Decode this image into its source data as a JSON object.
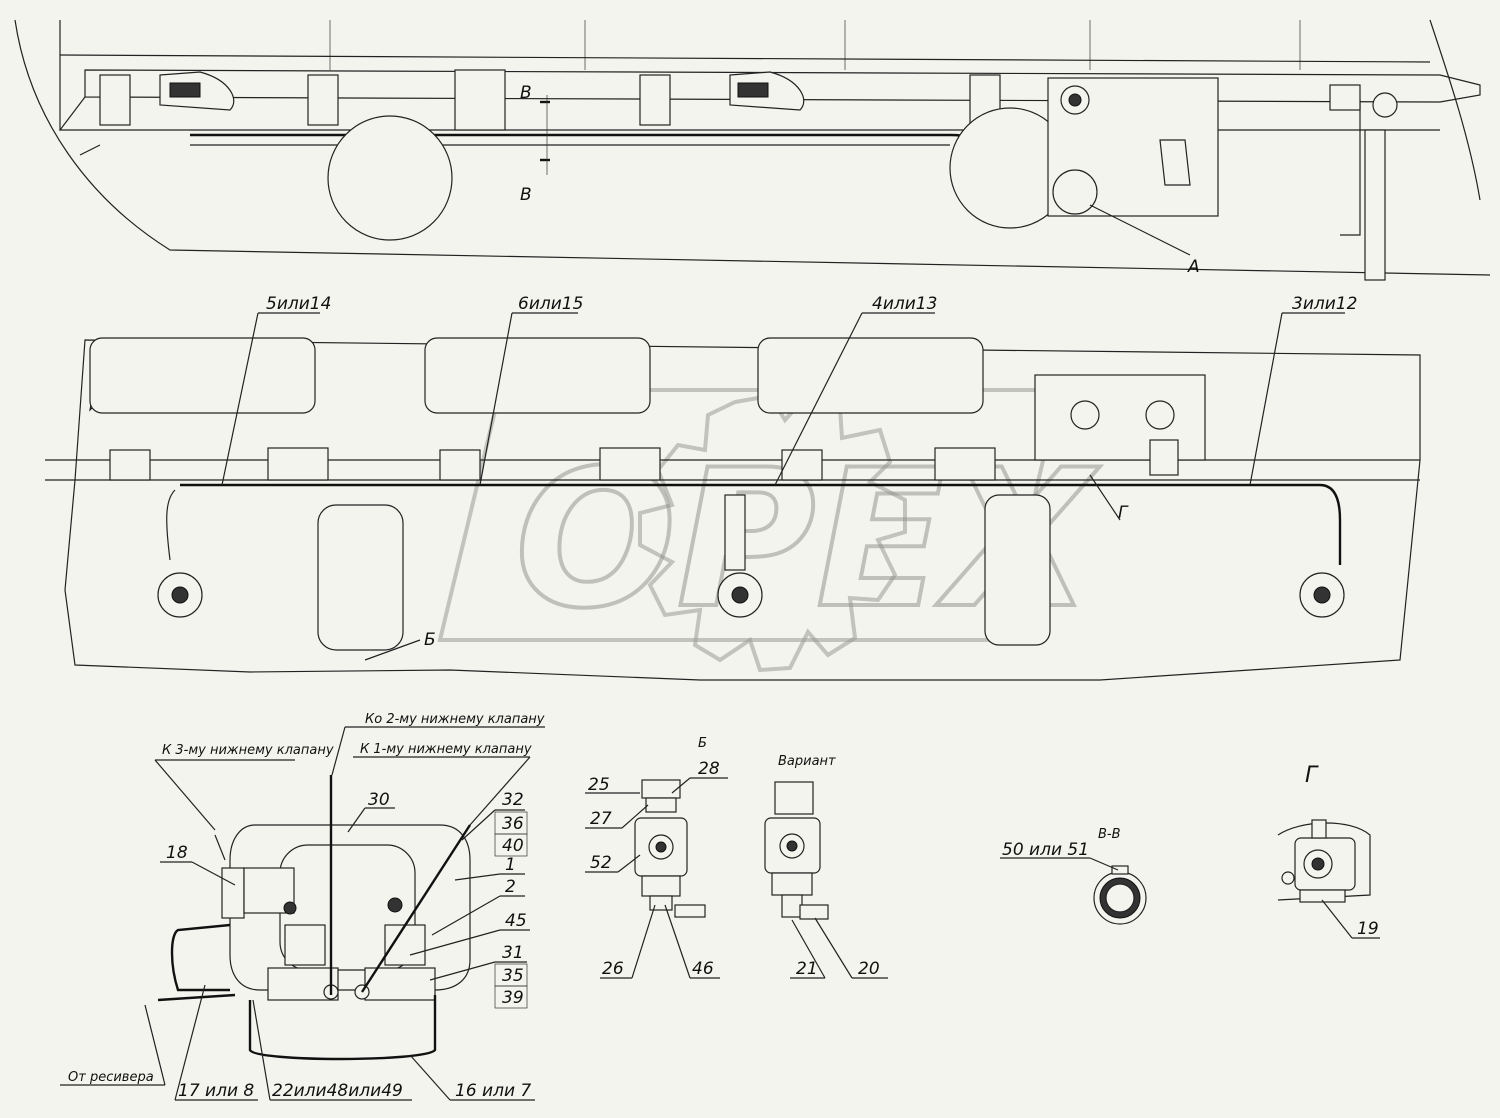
{
  "views": {
    "side": {
      "section_marker": "В",
      "detail_a": "А"
    },
    "top": {
      "callouts": [
        "5или14",
        "6или15",
        "4или13",
        "3или12"
      ],
      "detail_b": "Б",
      "detail_g": "Г"
    },
    "valves": {
      "notes": [
        "К 3-му нижнему клапану",
        "Ко 2-му нижнему клапану",
        "К 1-му нижнему клапану",
        "От ресивера"
      ],
      "positions": [
        "18",
        "30",
        "32",
        "36",
        "40",
        "1",
        "2",
        "45",
        "31",
        "35",
        "39",
        "17 или 8",
        "22или48или49",
        "16 или 7"
      ]
    },
    "detail_b": {
      "title": "Б",
      "positions": [
        "25",
        "28",
        "27",
        "52",
        "26",
        "46"
      ]
    },
    "variant": {
      "title": "Вариант",
      "positions": [
        "21",
        "20"
      ]
    },
    "section_vv": {
      "title": "В-В",
      "label": "50 или 51"
    },
    "detail_g": {
      "title": "Г",
      "position": "19"
    }
  },
  "watermark": "ОРЕХ"
}
